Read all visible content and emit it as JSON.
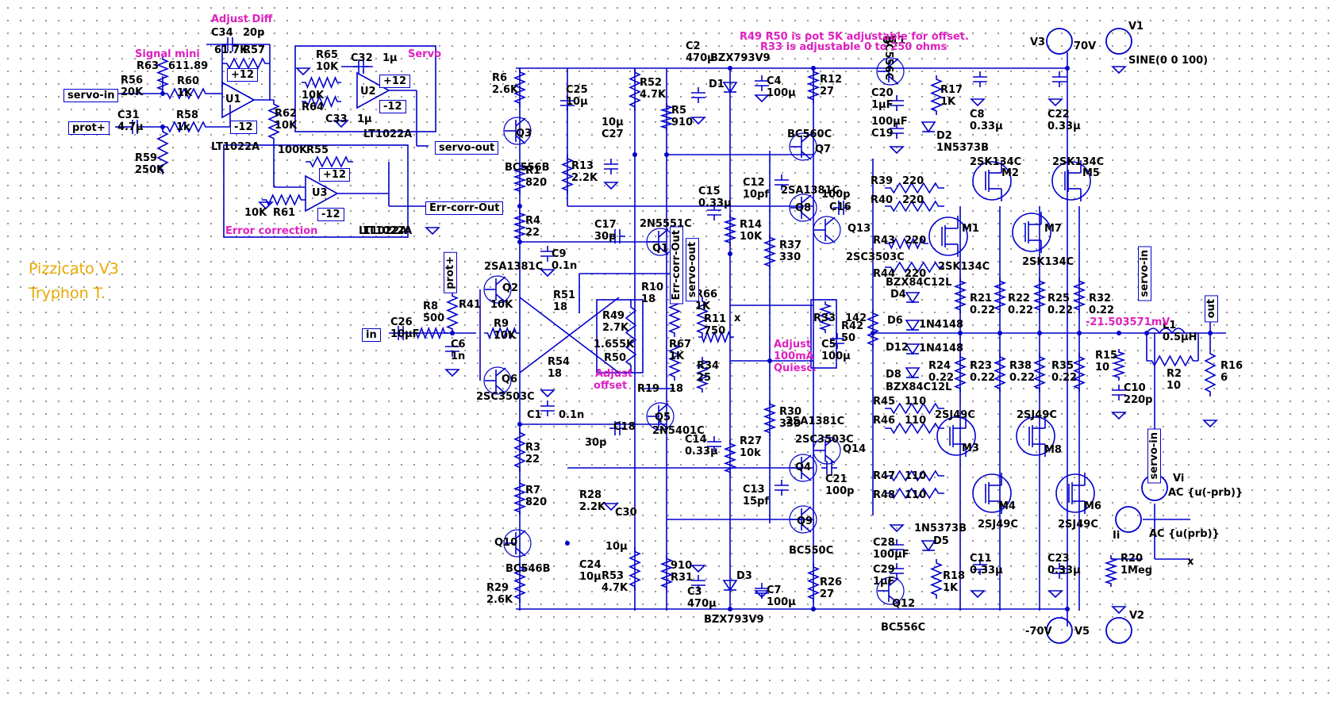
{
  "project": {
    "title": "Pizzicato V3",
    "author": "Tryphon T."
  },
  "notes": {
    "offset": "R49 R50 is pot 5K adjustable for offset.",
    "r33": "R33 is adjustable 0 to 250 ohms",
    "adjust_diff": "Adjust Diff",
    "signal_mini": "Signal mini",
    "servo": "Servo",
    "error_correction": "Error correction",
    "adjust_offset_1": "Adjust",
    "adjust_offset_2": "offset",
    "adjust_quiesc_1": "Adjust",
    "adjust_quiesc_2": "100mA",
    "adjust_quiesc_3": "Quiesc."
  },
  "net_labels": {
    "servo_in": "servo-in",
    "prot_plus": "prot+",
    "servo_out": "servo-out",
    "err_corr_out": "Err-corr-Out",
    "in": "in",
    "out": "out"
  },
  "readout": "-21.503571mV",
  "sources": {
    "v1_name": "V1",
    "v1_value": "SINE(0 0 100)",
    "v2_name": "V2",
    "v3_name": "V3",
    "v3_value": "70V",
    "v5_name": "V5",
    "v5_value": "-70V",
    "vi_name": "Vi",
    "vi_value": "AC {u(-prb)}",
    "ii_name": "Ii",
    "ii_value": "AC {u(prb)}"
  },
  "components": [
    {
      "ref": "R56",
      "value": "20K"
    },
    {
      "ref": "C31",
      "value": "4.7µ"
    },
    {
      "ref": "R63",
      "value": "611.89"
    },
    {
      "ref": "R60",
      "value": "1K"
    },
    {
      "ref": "R58",
      "value": "1k"
    },
    {
      "ref": "R59",
      "value": "250K"
    },
    {
      "ref": "C34",
      "value": "20p"
    },
    {
      "ref": "R57",
      "value": "61.7K"
    },
    {
      "ref": "U1",
      "value": "LT1022A"
    },
    {
      "ref": "R62",
      "value": "10K"
    },
    {
      "ref": "R65",
      "value": "10K"
    },
    {
      "ref": "C32",
      "value": "1µ"
    },
    {
      "ref": "R64",
      "value": "10K"
    },
    {
      "ref": "C33",
      "value": "1µ"
    },
    {
      "ref": "U2",
      "value": "LT1022A"
    },
    {
      "ref": "R55",
      "value": "100K"
    },
    {
      "ref": "U3",
      "value": "LT1022A"
    },
    {
      "ref": "R61",
      "value": "10K"
    },
    {
      "ref": "R6",
      "value": "2.6K"
    },
    {
      "ref": "C25",
      "value": "10µ"
    },
    {
      "ref": "R52",
      "value": "4.7K"
    },
    {
      "ref": "C2",
      "value": "470µ"
    },
    {
      "ref": "D1",
      "value": "BZX793V9"
    },
    {
      "ref": "C4",
      "value": "100µ"
    },
    {
      "ref": "R12",
      "value": "27"
    },
    {
      "ref": "Q11",
      "value": "BC556C"
    },
    {
      "ref": "R17",
      "value": "1K"
    },
    {
      "ref": "C20",
      "value": "1µF"
    },
    {
      "ref": "C19",
      "value": "100µF"
    },
    {
      "ref": "D2",
      "value": "1N5373B"
    },
    {
      "ref": "C8",
      "value": "0.33µ"
    },
    {
      "ref": "C22",
      "value": "0.33µ"
    },
    {
      "ref": "R5",
      "value": "910"
    },
    {
      "ref": "C27",
      "value": "10µ"
    },
    {
      "ref": "Q3",
      "value": "BC556B"
    },
    {
      "ref": "R1",
      "value": "820"
    },
    {
      "ref": "R13",
      "value": "2.2K"
    },
    {
      "ref": "Q7",
      "value": "BC560C"
    },
    {
      "ref": "M2",
      "value": "2SK134C"
    },
    {
      "ref": "M5",
      "value": "2SK134C"
    },
    {
      "ref": "R39",
      "value": "220"
    },
    {
      "ref": "R40",
      "value": "220"
    },
    {
      "ref": "R43",
      "value": "220"
    },
    {
      "ref": "R44",
      "value": "220"
    },
    {
      "ref": "C12",
      "value": "10pf"
    },
    {
      "ref": "C15",
      "value": "0.33µ"
    },
    {
      "ref": "Q8",
      "value": "2SA1381C"
    },
    {
      "ref": "C16",
      "value": "100p"
    },
    {
      "ref": "Q13",
      "value": "2SC3503C"
    },
    {
      "ref": "M1",
      "value": "2SK134C"
    },
    {
      "ref": "M7",
      "value": "2SK134C"
    },
    {
      "ref": "R4",
      "value": "22"
    },
    {
      "ref": "C17",
      "value": "30p"
    },
    {
      "ref": "Q1",
      "value": "2N5551C"
    },
    {
      "ref": "R14",
      "value": "10K"
    },
    {
      "ref": "R37",
      "value": "330"
    },
    {
      "ref": "C9",
      "value": "0.1n"
    },
    {
      "ref": "Q2",
      "value": "2SA1381C"
    },
    {
      "ref": "D4",
      "value": "BZX84C12L"
    },
    {
      "ref": "R21",
      "value": "0.22"
    },
    {
      "ref": "R22",
      "value": "0.22"
    },
    {
      "ref": "R25",
      "value": "0.22"
    },
    {
      "ref": "R32",
      "value": "0.22"
    },
    {
      "ref": "R41",
      "value": "10K"
    },
    {
      "ref": "R8",
      "value": "500"
    },
    {
      "ref": "R51",
      "value": "18"
    },
    {
      "ref": "R10",
      "value": "18"
    },
    {
      "ref": "R66",
      "value": "1K"
    },
    {
      "ref": "R49",
      "value": "2.7K"
    },
    {
      "ref": "R11",
      "value": "750"
    },
    {
      "ref": "R33",
      "value": "142"
    },
    {
      "ref": "R42",
      "value": "50"
    },
    {
      "ref": "D6",
      "value": "1N4148"
    },
    {
      "ref": "C26",
      "value": "10µF"
    },
    {
      "ref": "C6",
      "value": "1n"
    },
    {
      "ref": "R9",
      "value": "10K"
    },
    {
      "ref": "R50",
      "value": "1.655K"
    },
    {
      "ref": "R67",
      "value": "1K"
    },
    {
      "ref": "C5",
      "value": "100µ"
    },
    {
      "ref": "L1",
      "value": "0.5µH"
    },
    {
      "ref": "D12",
      "value": "1N4148"
    },
    {
      "ref": "R24",
      "value": "0.22"
    },
    {
      "ref": "R23",
      "value": "0.22"
    },
    {
      "ref": "R38",
      "value": "0.22"
    },
    {
      "ref": "R35",
      "value": "0.22"
    },
    {
      "ref": "R15",
      "value": "10"
    },
    {
      "ref": "R2",
      "value": "10"
    },
    {
      "ref": "R16",
      "value": "6"
    },
    {
      "ref": "C10",
      "value": "220p"
    },
    {
      "ref": "R54",
      "value": "18"
    },
    {
      "ref": "R34",
      "value": "25"
    },
    {
      "ref": "D8",
      "value": "BZX84C12L"
    },
    {
      "ref": "R19",
      "value": "18"
    },
    {
      "ref": "Q6",
      "value": "2SC3503C"
    },
    {
      "ref": "R45",
      "value": "110"
    },
    {
      "ref": "R46",
      "value": "110"
    },
    {
      "ref": "C1",
      "value": "0.1n"
    },
    {
      "ref": "Q5",
      "value": "2N5401C"
    },
    {
      "ref": "C18",
      "value": "30p"
    },
    {
      "ref": "Q14",
      "value": "2SC3503C"
    },
    {
      "ref": "M3",
      "value": "2SJ49C"
    },
    {
      "ref": "M8",
      "value": "2SJ49C"
    },
    {
      "ref": "R3",
      "value": "22"
    },
    {
      "ref": "C14",
      "value": "0.33µ"
    },
    {
      "ref": "R27",
      "value": "10k"
    },
    {
      "ref": "R30",
      "value": "330"
    },
    {
      "ref": "Q4",
      "value": "2SA1381C"
    },
    {
      "ref": "C21",
      "value": "100p"
    },
    {
      "ref": "R7",
      "value": "820"
    },
    {
      "ref": "R28",
      "value": "2.2K"
    },
    {
      "ref": "C30",
      "value": "10µ"
    },
    {
      "ref": "C13",
      "value": "15pf"
    },
    {
      "ref": "R47",
      "value": "110"
    },
    {
      "ref": "R48",
      "value": "110"
    },
    {
      "ref": "M4",
      "value": "2SJ49C"
    },
    {
      "ref": "M6",
      "value": "2SJ49C"
    },
    {
      "ref": "Q9",
      "value": "BC550C"
    },
    {
      "ref": "Q10",
      "value": "BC546B"
    },
    {
      "ref": "D5",
      "value": "1N5373B"
    },
    {
      "ref": "C28",
      "value": "100µF"
    },
    {
      "ref": "C11",
      "value": "0.33µ"
    },
    {
      "ref": "C23",
      "value": "0.33µ"
    },
    {
      "ref": "R20",
      "value": "1Meg"
    },
    {
      "ref": "C24",
      "value": "10µ"
    },
    {
      "ref": "R53",
      "value": "4.7K"
    },
    {
      "ref": "R31",
      "value": "910"
    },
    {
      "ref": "C3",
      "value": "470µ"
    },
    {
      "ref": "D3",
      "value": "BZX793V9"
    },
    {
      "ref": "C7",
      "value": "100µ"
    },
    {
      "ref": "R26",
      "value": "27"
    },
    {
      "ref": "C29",
      "value": "1µF"
    },
    {
      "ref": "R18",
      "value": "1K"
    },
    {
      "ref": "Q12",
      "value": "BC556C"
    },
    {
      "ref": "R29",
      "value": "2.6K"
    }
  ],
  "extra_labels": {
    "plus12": "+12",
    "minus12": "-12",
    "x_mark": "x"
  },
  "colors": {
    "wire": "#0000cc",
    "annotation": "#e020c0",
    "title": "#e8a800",
    "text": "#000000"
  }
}
